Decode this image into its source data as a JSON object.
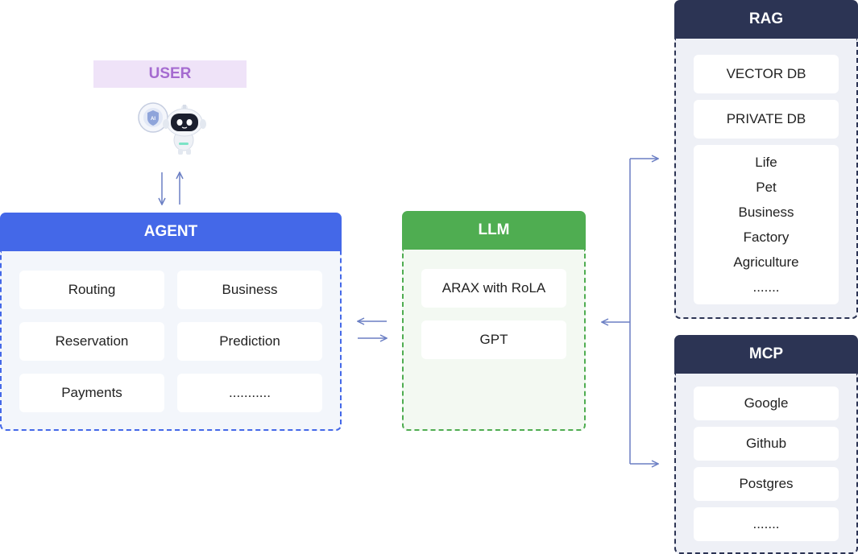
{
  "user": {
    "label": "USER"
  },
  "agent": {
    "title": "AGENT",
    "items": [
      "Routing",
      "Business",
      "Reservation",
      "Prediction",
      "Payments",
      "..........."
    ]
  },
  "llm": {
    "title": "LLM",
    "items": [
      "ARAX with RoLA",
      "GPT"
    ]
  },
  "rag": {
    "title": "RAG",
    "items": [
      "VECTOR DB",
      "PRIVATE DB"
    ],
    "list": [
      "Life",
      "Pet",
      "Business",
      "Factory",
      "Agriculture",
      "......."
    ]
  },
  "mcp": {
    "title": "MCP",
    "items": [
      "Google",
      "Github",
      "Postgres",
      "......."
    ]
  },
  "colors": {
    "agent": "#4468e8",
    "llm": "#4fad51",
    "rag_mcp": "#2c3454",
    "user": "#a56bd0",
    "arrows": "#6b7fc4"
  },
  "icons": [
    "robot-icon",
    "ai-shield-icon"
  ]
}
